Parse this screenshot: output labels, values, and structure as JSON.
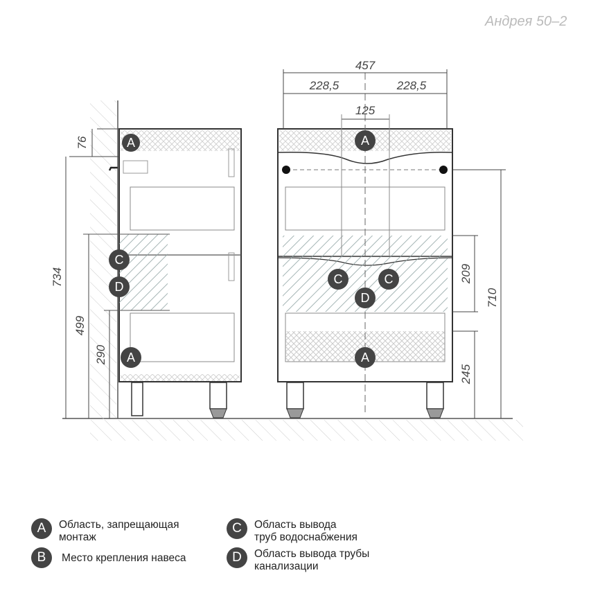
{
  "title": "Андрея 50–2",
  "dimensions": {
    "left_view": {
      "top_offset": "76",
      "total_height": "734",
      "pipe_height": "499",
      "drain_height": "290"
    },
    "front_view": {
      "width": "457",
      "half_left": "228,5",
      "half_right": "228,5",
      "center_gap": "125",
      "water_zone": "209",
      "total_height": "710",
      "drain_height": "245"
    }
  },
  "markers": {
    "A": "A",
    "C": "C",
    "D": "D"
  },
  "legend": [
    {
      "letter": "A",
      "text": "Область, запрещающая\nмонтаж"
    },
    {
      "letter": "B",
      "text": "Место крепления навеса"
    },
    {
      "letter": "C",
      "text": "Область вывода\nтруб водоснабжения"
    },
    {
      "letter": "D",
      "text": "Область вывода трубы\nканализации"
    }
  ],
  "colors": {
    "line": "#333333",
    "hatch": "#8aa",
    "marker": "#444444",
    "title": "#bbbbbb"
  }
}
